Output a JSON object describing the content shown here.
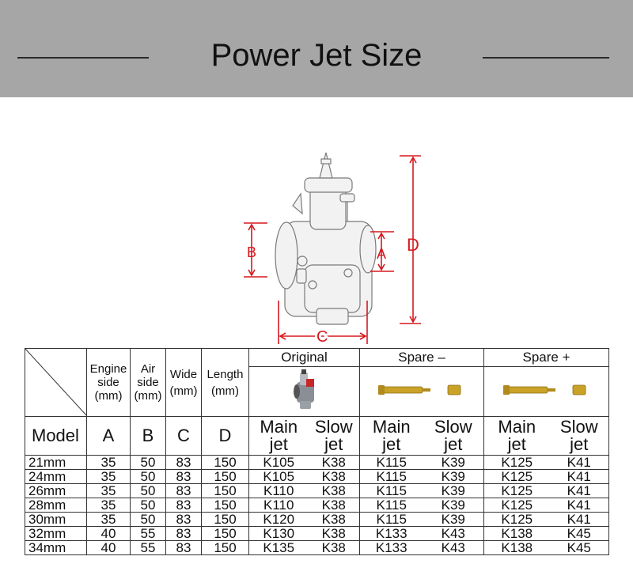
{
  "banner": {
    "title": "Power Jet Size"
  },
  "diagram": {
    "labels": {
      "a": "A",
      "b": "B",
      "c": "C",
      "d": "D"
    }
  },
  "table": {
    "header": {
      "engine_side": [
        "Engine",
        "side",
        "(mm)"
      ],
      "air_side": [
        "Air",
        "side",
        "(mm)"
      ],
      "wide": [
        "Wide",
        "(mm)"
      ],
      "length": [
        "Length",
        "(mm)"
      ],
      "groups": [
        "Original",
        "Spare –",
        "Spare +"
      ]
    },
    "red_row": {
      "model": "Model",
      "a": "A",
      "b": "B",
      "c": "C",
      "d": "D",
      "main_jet": [
        "Main",
        "jet"
      ],
      "slow_jet": [
        "Slow",
        "jet"
      ]
    },
    "rows": [
      [
        "21mm",
        "35",
        "50",
        "83",
        "150",
        "K105",
        "K38",
        "K115",
        "K39",
        "K125",
        "K41"
      ],
      [
        "24mm",
        "35",
        "50",
        "83",
        "150",
        "K105",
        "K38",
        "K115",
        "K39",
        "K125",
        "K41"
      ],
      [
        "26mm",
        "35",
        "50",
        "83",
        "150",
        "K110",
        "K38",
        "K115",
        "K39",
        "K125",
        "K41"
      ],
      [
        "28mm",
        "35",
        "50",
        "83",
        "150",
        "K110",
        "K38",
        "K115",
        "K39",
        "K125",
        "K41"
      ],
      [
        "30mm",
        "35",
        "50",
        "83",
        "150",
        "K120",
        "K38",
        "K115",
        "K39",
        "K125",
        "K41"
      ],
      [
        "32mm",
        "40",
        "55",
        "83",
        "150",
        "K130",
        "K38",
        "K133",
        "K43",
        "K138",
        "K45"
      ],
      [
        "34mm",
        "40",
        "55",
        "83",
        "150",
        "K135",
        "K38",
        "K133",
        "K43",
        "K138",
        "K45"
      ]
    ]
  },
  "colors": {
    "banner_bg": "#a6a6a6",
    "accent_red": "#e0141c",
    "brass": "#c9a227"
  }
}
